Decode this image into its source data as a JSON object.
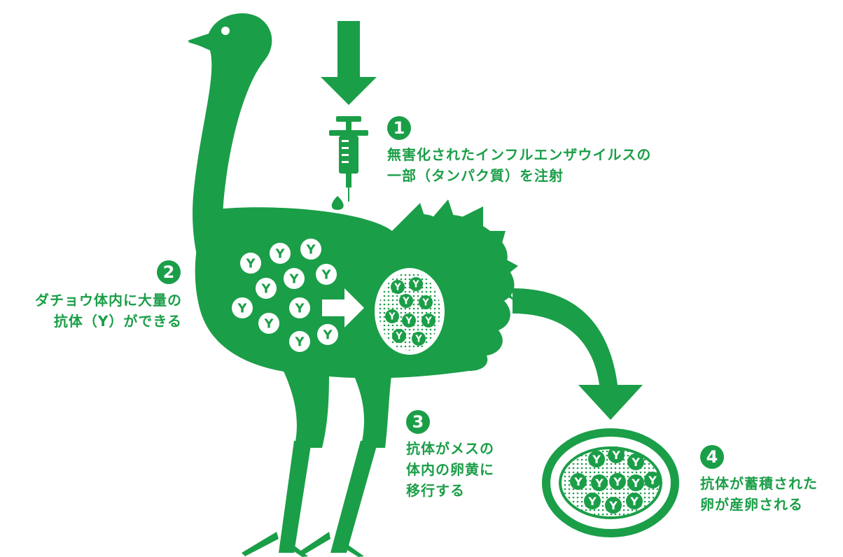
{
  "colors": {
    "green": "#1b9e48",
    "white": "#ffffff"
  },
  "antibody_symbol": "Y",
  "steps": [
    {
      "num": "1",
      "lines": [
        "無害化されたインフルエンザウイルスの",
        "一部（タンパク質）を注射"
      ]
    },
    {
      "num": "2",
      "lines": [
        "ダチョウ体内に大量の",
        "抗体（Y）ができる"
      ]
    },
    {
      "num": "3",
      "lines": [
        "抗体がメスの",
        "体内の卵黄に",
        "移行する"
      ]
    },
    {
      "num": "4",
      "lines": [
        "抗体が蓄積された",
        "卵が産卵される"
      ]
    }
  ],
  "icons": [
    "down-arrow-icon",
    "syringe-icon",
    "right-arrow-icon",
    "curved-arrow-icon",
    "ostrich-silhouette",
    "egg-icon"
  ]
}
